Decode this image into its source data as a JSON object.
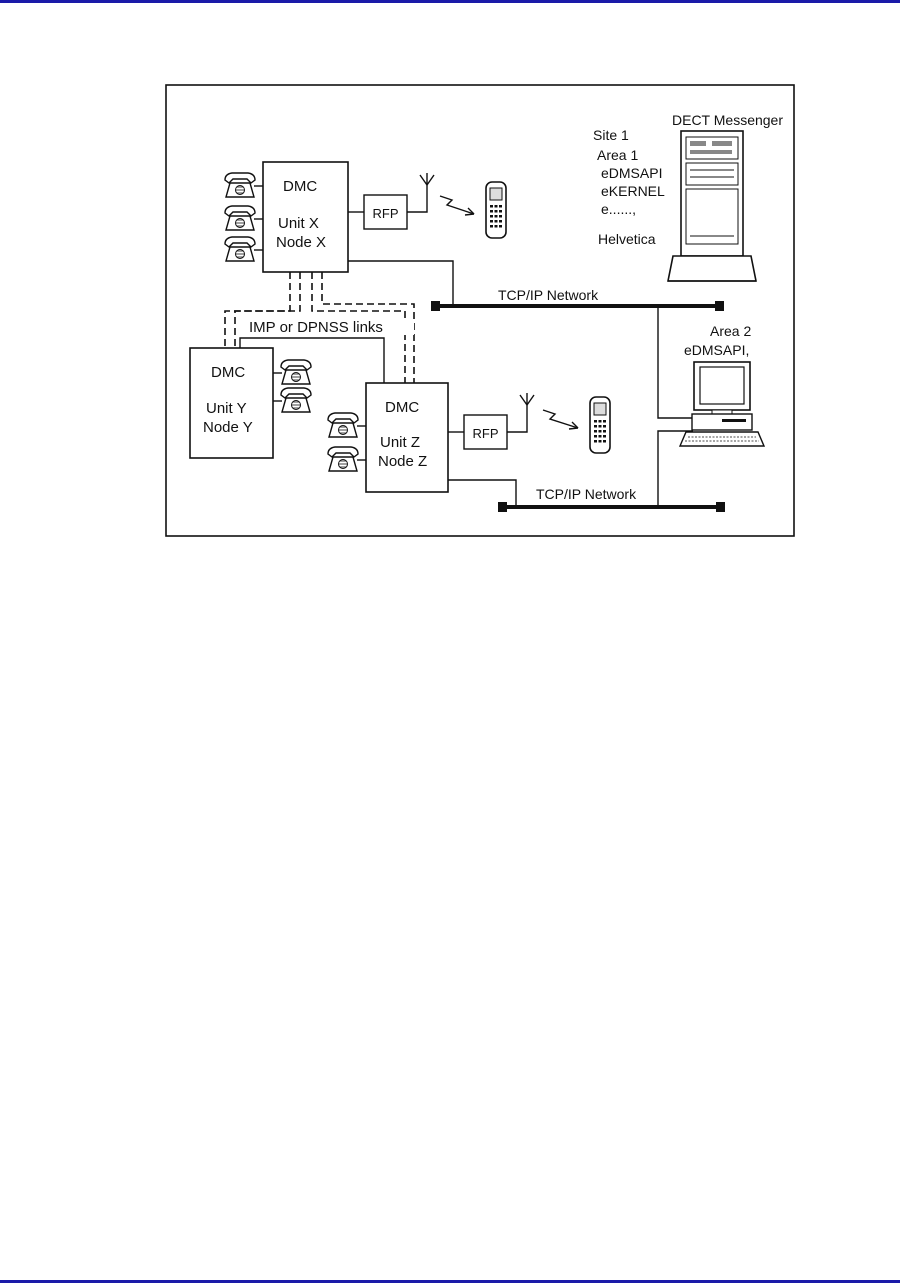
{
  "page": {
    "rule_color": "#1a1aa8"
  },
  "diagram": {
    "dmc_x": {
      "title": "DMC",
      "unit": "Unit X",
      "node": "Node X"
    },
    "dmc_y": {
      "title": "DMC",
      "unit": "Unit Y",
      "node": "Node Y"
    },
    "dmc_z": {
      "title": "DMC",
      "unit": "Unit Z",
      "node": "Node Z"
    },
    "rfp_top": "RFP",
    "rfp_bottom": "RFP",
    "links_label": "IMP or DPNSS links",
    "network_top": "TCP/IP  Network",
    "network_bottom": "TCP/IP  Network",
    "messenger": {
      "title": "DECT Messenger",
      "site": "Site 1",
      "area": "Area 1",
      "item1": "eDMSAPI",
      "item2": "eKERNEL",
      "item3": "e......,",
      "item4": "Helvetica"
    },
    "area2": {
      "area": "Area 2",
      "item": "eDMSAPI,"
    },
    "icons": {
      "telephone": "telephone-icon",
      "antenna": "antenna-icon",
      "handset": "dect-handset-icon",
      "server": "server-tower-icon",
      "workstation": "desktop-computer-icon"
    }
  }
}
